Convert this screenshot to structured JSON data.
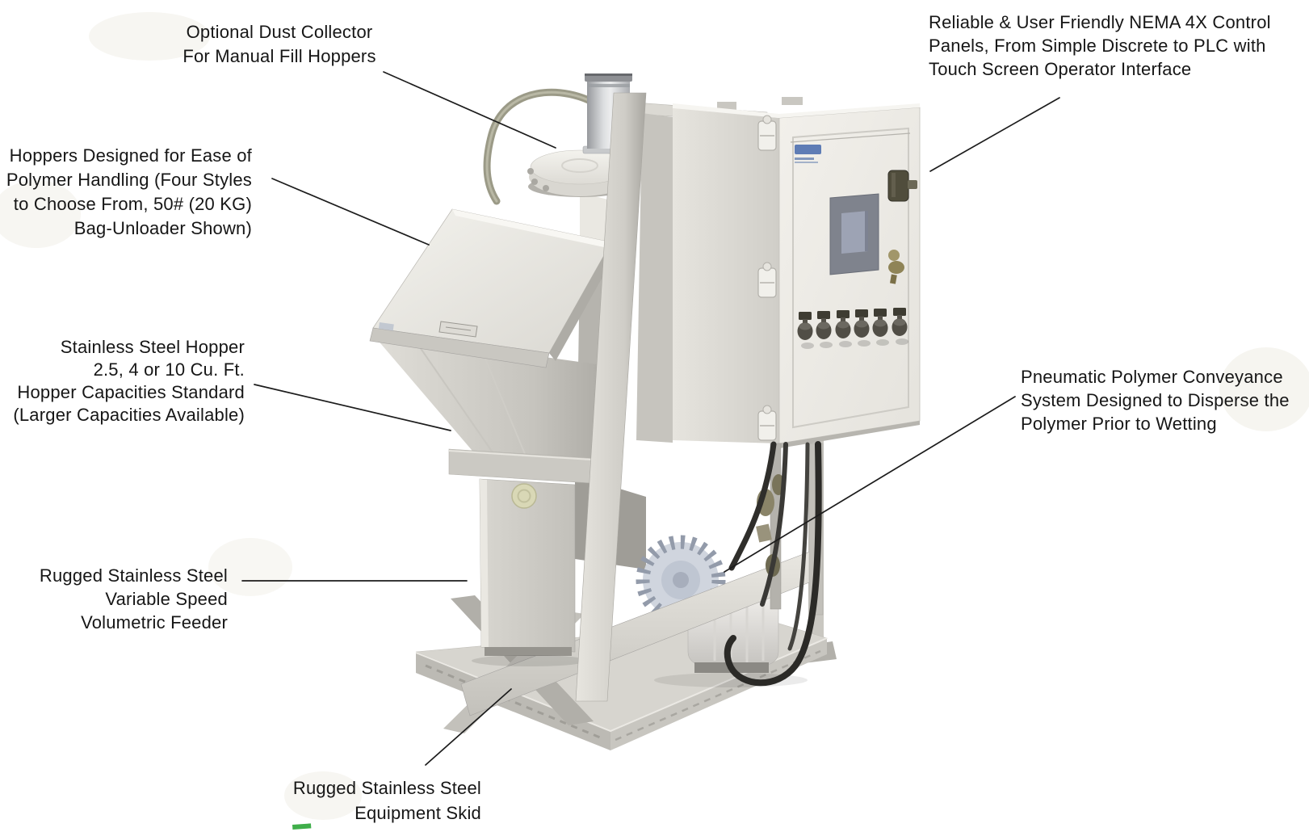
{
  "page": {
    "background": "#ffffff",
    "description": "Annotated product diagram of a dry polymer feed system with callout labels"
  },
  "callouts": [
    {
      "id": "dust-collector",
      "text": "Optional Dust Collector\nFor Manual Fill Hoppers",
      "align": "center"
    },
    {
      "id": "control-panel",
      "text": "Reliable & User Friendly NEMA 4X Control\nPanels, From Simple Discrete to PLC with\nTouch Screen Operator Interface",
      "align": "left"
    },
    {
      "id": "hoppers",
      "text": "Hoppers Designed for Ease of\nPolymer Handling (Four Styles\nto Choose From, 50# (20 KG)\nBag-Unloader Shown)",
      "align": "right"
    },
    {
      "id": "stainless-hopper",
      "text": "Stainless Steel Hopper\n2.5, 4 or 10 Cu. Ft.\nHopper Capacities Standard\n(Larger Capacities Available)",
      "align": "right"
    },
    {
      "id": "volumetric-feeder",
      "text": "Rugged Stainless Steel\nVariable Speed\nVolumetric Feeder",
      "align": "right"
    },
    {
      "id": "pneumatic-conveyance",
      "text": "Pneumatic Polymer Conveyance\nSystem Designed to Disperse the\nPolymer Prior to Wetting",
      "align": "left"
    },
    {
      "id": "equipment-skid",
      "text": "Rugged Stainless Steel\nEquipment Skid",
      "align": "right"
    }
  ],
  "colors": {
    "text": "#161616",
    "leader_line": "#1c1c1c",
    "panel_door": "#efede8",
    "panel_side": "#dcdad4",
    "stainless_light": "#e8e6e0",
    "stainless_mid": "#c9c7c1",
    "stainless_dark": "#aaa8a2",
    "screen_bezel": "#7f838d",
    "screen_face": "#9da3b4",
    "hose_olive": "#9b9a87",
    "blower_blue_gray": "#c3cad6",
    "handle_dark": "#504d3c",
    "latch_brass": "#a1966a",
    "logo_blue": "#3a5fa8",
    "artifact_green": "#3fae4a"
  }
}
